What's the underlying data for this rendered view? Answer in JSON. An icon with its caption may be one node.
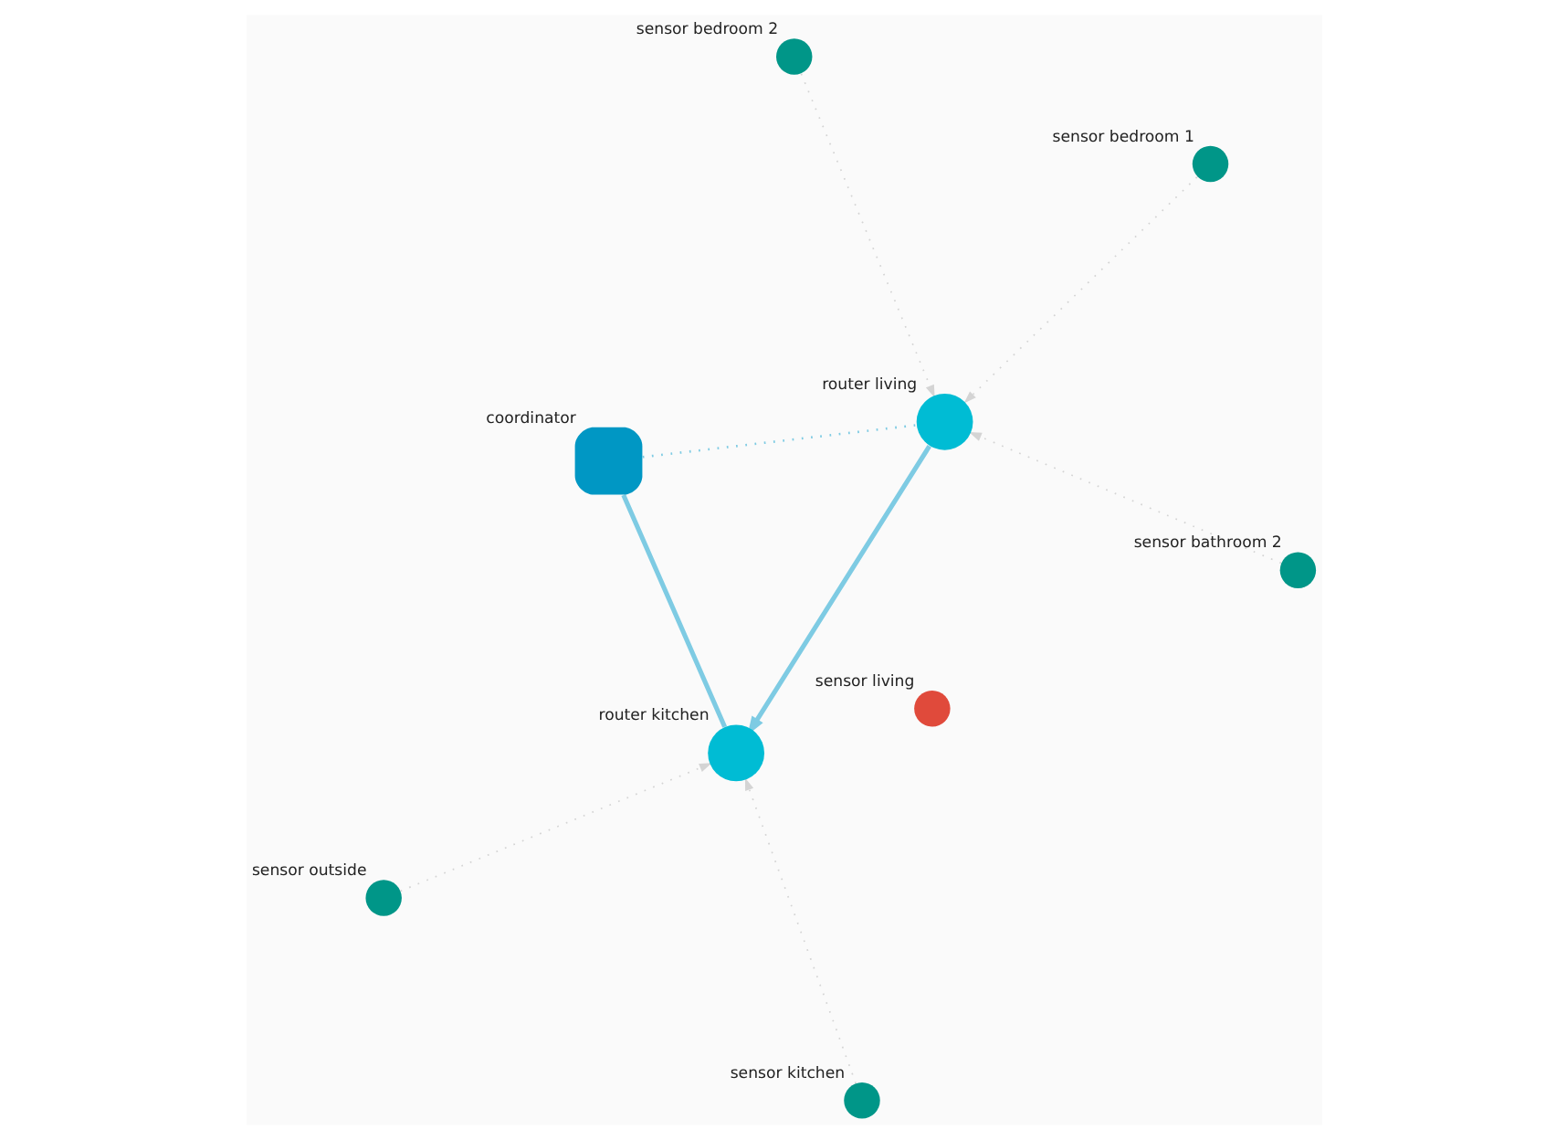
{
  "diagram": {
    "nodes": [
      {
        "text": [
          "router kitchen"
        ]
      },
      {
        "text": [
          "sensor kitchen"
        ]
      },
      {
        "text": [
          "sensor outside"
        ]
      },
      {
        "text": [
          "coordinator"
        ]
      },
      {
        "text": [
          "sensor bedroom 1"
        ]
      },
      {
        "text": [
          "sensor bedroom 2"
        ]
      },
      {
        "text": [
          "sensor living"
        ]
      },
      {
        "text": [
          "router living"
        ]
      },
      {
        "text": [
          "sensor bathroom 2"
        ]
      }
    ],
    "edges": [
      {
        "from": 3,
        "to": 0,
        "arrow": "none",
        "style": "thick",
        "color": "#7ecbe3"
      },
      {
        "from": 7,
        "to": 0,
        "arrow": "to",
        "style": "thick",
        "color": "#7ecbe3"
      },
      {
        "from": 3,
        "to": 7,
        "arrow": "none",
        "style": "dashed",
        "color": "#7ecbe3"
      },
      {
        "from": 2,
        "to": 0,
        "arrow": "to",
        "style": "dashed"
      },
      {
        "from": 1,
        "to": 0,
        "arrow": "to",
        "style": "dashed"
      },
      {
        "from": 4,
        "to": 7,
        "arrow": "to",
        "style": "dashed"
      },
      {
        "from": 5,
        "to": 7,
        "arrow": "to",
        "style": "dashed"
      },
      {
        "from": 8,
        "to": 7,
        "arrow": "to",
        "style": "dashed"
      }
    ]
  }
}
